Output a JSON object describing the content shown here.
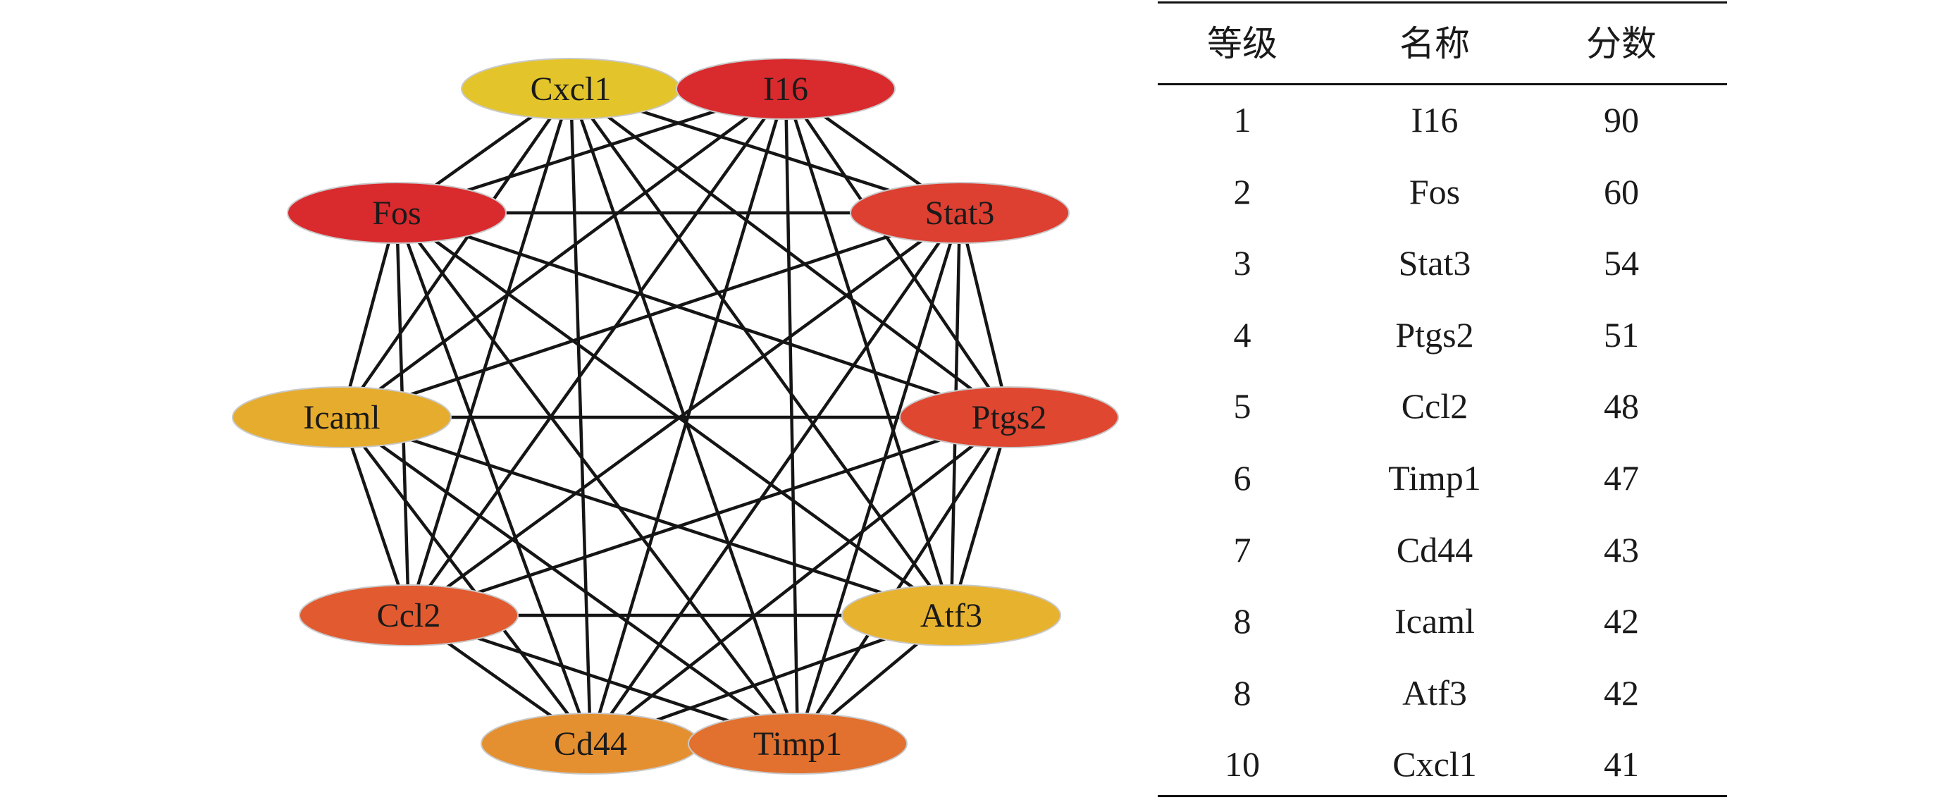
{
  "network": {
    "nodes": [
      {
        "id": "cxcl1",
        "label": "Cxcl1",
        "color": "#e3c52b"
      },
      {
        "id": "il6",
        "label": "I16",
        "color": "#d92a2e"
      },
      {
        "id": "fos",
        "label": "Fos",
        "color": "#d92a2e"
      },
      {
        "id": "stat3",
        "label": "Stat3",
        "color": "#dd3f31"
      },
      {
        "id": "icam1",
        "label": "Icaml",
        "color": "#e6ac2e"
      },
      {
        "id": "ptgs2",
        "label": "Ptgs2",
        "color": "#df4731"
      },
      {
        "id": "ccl2",
        "label": "Ccl2",
        "color": "#e25a30"
      },
      {
        "id": "atf3",
        "label": "Atf3",
        "color": "#e7b22e"
      },
      {
        "id": "cd44",
        "label": "Cd44",
        "color": "#e59030"
      },
      {
        "id": "timp1",
        "label": "Timp1",
        "color": "#e2702f"
      }
    ],
    "edges": [
      [
        "cxcl1",
        "fos"
      ],
      [
        "cxcl1",
        "stat3"
      ],
      [
        "cxcl1",
        "icam1"
      ],
      [
        "cxcl1",
        "ptgs2"
      ],
      [
        "cxcl1",
        "ccl2"
      ],
      [
        "cxcl1",
        "atf3"
      ],
      [
        "cxcl1",
        "cd44"
      ],
      [
        "cxcl1",
        "timp1"
      ],
      [
        "il6",
        "fos"
      ],
      [
        "il6",
        "stat3"
      ],
      [
        "il6",
        "icam1"
      ],
      [
        "il6",
        "ptgs2"
      ],
      [
        "il6",
        "ccl2"
      ],
      [
        "il6",
        "atf3"
      ],
      [
        "il6",
        "cd44"
      ],
      [
        "il6",
        "timp1"
      ],
      [
        "fos",
        "stat3"
      ],
      [
        "fos",
        "icam1"
      ],
      [
        "fos",
        "ptgs2"
      ],
      [
        "fos",
        "ccl2"
      ],
      [
        "fos",
        "atf3"
      ],
      [
        "fos",
        "cd44"
      ],
      [
        "fos",
        "timp1"
      ],
      [
        "stat3",
        "icam1"
      ],
      [
        "stat3",
        "ptgs2"
      ],
      [
        "stat3",
        "ccl2"
      ],
      [
        "stat3",
        "atf3"
      ],
      [
        "stat3",
        "cd44"
      ],
      [
        "stat3",
        "timp1"
      ],
      [
        "icam1",
        "ptgs2"
      ],
      [
        "icam1",
        "ccl2"
      ],
      [
        "icam1",
        "atf3"
      ],
      [
        "icam1",
        "cd44"
      ],
      [
        "icam1",
        "timp1"
      ],
      [
        "ptgs2",
        "ccl2"
      ],
      [
        "ptgs2",
        "atf3"
      ],
      [
        "ptgs2",
        "cd44"
      ],
      [
        "ptgs2",
        "timp1"
      ],
      [
        "ccl2",
        "atf3"
      ],
      [
        "ccl2",
        "cd44"
      ],
      [
        "ccl2",
        "timp1"
      ],
      [
        "atf3",
        "cd44"
      ],
      [
        "atf3",
        "timp1"
      ],
      [
        "cd44",
        "timp1"
      ]
    ]
  },
  "table": {
    "headers": [
      "等级",
      "名称",
      "分数"
    ],
    "rows": [
      [
        "1",
        "I16",
        "90"
      ],
      [
        "2",
        "Fos",
        "60"
      ],
      [
        "3",
        "Stat3",
        "54"
      ],
      [
        "4",
        "Ptgs2",
        "51"
      ],
      [
        "5",
        "Ccl2",
        "48"
      ],
      [
        "6",
        "Timp1",
        "47"
      ],
      [
        "7",
        "Cd44",
        "43"
      ],
      [
        "8",
        "Icaml",
        "42"
      ],
      [
        "8",
        "Atf3",
        "42"
      ],
      [
        "10",
        "Cxcl1",
        "41"
      ]
    ]
  }
}
